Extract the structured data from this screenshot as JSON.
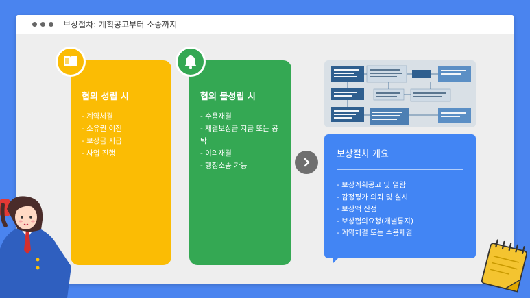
{
  "window": {
    "title": "보상절차: 계획공고부터 소송까지"
  },
  "card_agreed": {
    "heading": "협의 성립 시",
    "items": [
      "- 계약체결",
      "- 소유권 이전",
      "- 보상금 지급",
      "- 사업 진행"
    ],
    "color": "#fbbc04",
    "icon": "book-icon"
  },
  "card_failed": {
    "heading": "협의 불성립 시",
    "items": [
      "- 수용재결",
      "- 재결보상금 지급 또는 공",
      "탁",
      "- 이의재결",
      "- 행정소송 가능"
    ],
    "color": "#34a853",
    "icon": "bell-icon"
  },
  "overview": {
    "heading": "보상절차 개요",
    "items": [
      "- 보상계획공고 및 열람",
      "- 감정평가 의뢰 및 실시",
      "- 보상액 산정",
      "- 보상협의요청(개별통지)",
      "- 계약체결 또는 수용재결"
    ],
    "color": "#4285f4"
  }
}
